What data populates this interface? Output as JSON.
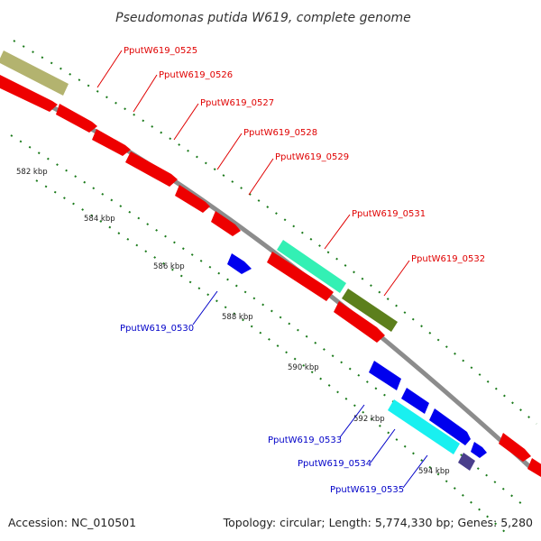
{
  "title": "Pseudomonas putida W619, complete genome",
  "footer": {
    "accession": "Accession: NC_010501",
    "summary": "Topology: circular; Length: 5,774,330 bp; Genes: 5,280"
  },
  "colors": {
    "backbone": "#8c8c8c",
    "tick": "#1a7a1a",
    "plus_label": "#e00000",
    "minus_label": "#0000c8"
  },
  "kbp_labels": [
    "582 kbp",
    "584 kbp",
    "586 kbp",
    "588 kbp",
    "590 kbp",
    "592 kbp",
    "594 kbp"
  ],
  "genes": [
    {
      "id": "PputW619_0525",
      "strand": "outer2",
      "color": "#b3b36f"
    },
    {
      "id": "PputW619_0526",
      "strand": "outer",
      "color": "#ee0000"
    },
    {
      "id": "PputW619_0527",
      "strand": "outer",
      "color": "#ee0000"
    },
    {
      "id": "PputW619_0528",
      "strand": "outer",
      "color": "#ee0000"
    },
    {
      "id": "PputW619_0529",
      "strand": "outer",
      "color": "#ee0000"
    },
    {
      "id": "PputW619_0530",
      "strand": "inner",
      "color": "#0000ee"
    },
    {
      "id": "PputW619_0531",
      "strand": "outer2",
      "color": "#33f0b4"
    },
    {
      "id": "PputW619_0532",
      "strand": "outer2",
      "color": "#5c7f1c"
    },
    {
      "id": "PputW619_0533",
      "strand": "inner",
      "color": "#0000ee"
    },
    {
      "id": "PputW619_0534",
      "strand": "inner2",
      "color": "#19f0f0"
    },
    {
      "id": "PputW619_0535",
      "strand": "inner",
      "color": "#4a3f8c"
    }
  ]
}
